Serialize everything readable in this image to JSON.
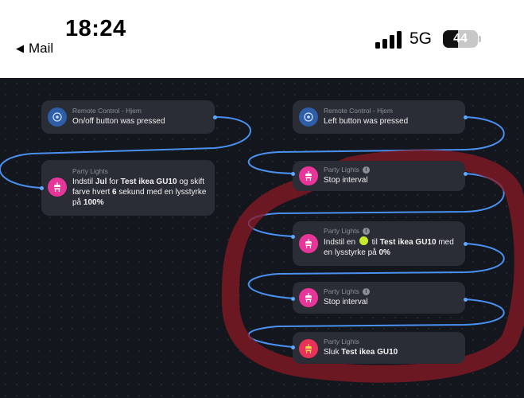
{
  "status_bar": {
    "time": "18:24",
    "back_label": "Mail",
    "network": "5G",
    "battery": "44",
    "battery_level": 0.44
  },
  "flow": {
    "left": [
      {
        "header": "Remote Control - Hjem",
        "text": "On/off button was pressed",
        "icon": "remote-icon"
      },
      {
        "header": "Party Lights",
        "parts": [
          "Indstil ",
          "Jul",
          " for ",
          "Test ikea GU10",
          " og skift farve hvert ",
          "6",
          " sekund med en lysstyrke på ",
          "100%"
        ],
        "icon": "party-lights-icon"
      }
    ],
    "right": [
      {
        "header": "Remote Control - Hjem",
        "text": "Left button was pressed",
        "icon": "remote-icon"
      },
      {
        "header": "Party Lights",
        "text": "Stop interval",
        "icon": "party-lights-icon",
        "info": "i"
      },
      {
        "header": "Party Lights",
        "parts": [
          "Indstil en ",
          " til ",
          "Test ikea GU10",
          " med en lysstyrke på ",
          "0%"
        ],
        "icon": "party-lights-icon",
        "info": "i",
        "color_swatch": "#c8ea2e"
      },
      {
        "header": "Party Lights",
        "text": "Stop interval",
        "icon": "party-lights-icon",
        "info": "i"
      },
      {
        "header": "Party Lights",
        "parts": [
          "Sluk ",
          "Test ikea GU10"
        ],
        "icon": "party-lights-icon"
      }
    ]
  },
  "colors": {
    "canvas": "#13161d",
    "card": "#2a2d35",
    "wire": "#4a90f0",
    "highlight": "#8a1a24"
  }
}
